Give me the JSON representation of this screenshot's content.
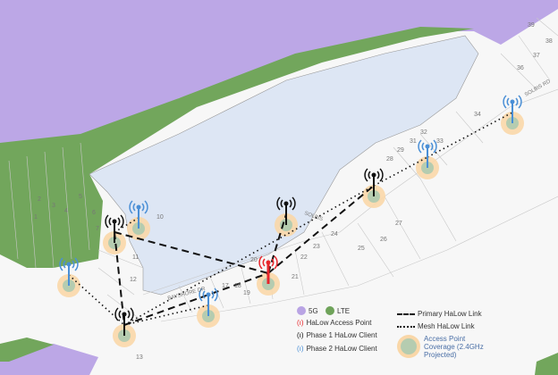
{
  "colors": {
    "5g": "#b9a4e4",
    "lte": "#6fa35a",
    "water": "#dde6f4",
    "land": "#f7f7f7",
    "ap": "#e8262b",
    "phase1": "#111111",
    "phase2": "#4a8fd6",
    "coverage_outer": "#f9d7a8",
    "coverage_inner": "#b5ccb0"
  },
  "legend": {
    "g5": "5G",
    "lte": "LTE",
    "ap": "HaLow Access Point",
    "phase1": "Phase 1 HaLow Client",
    "phase2": "Phase 2 HaLow Client",
    "primary": "Primary HaLow Link",
    "mesh": "Mesh HaLow Link",
    "coverage": "Access Point Coverage (2.4GHz Projected)"
  },
  "streets": [
    "SOLBIS",
    "SOLBIS RD",
    "BAYSHORE DR"
  ],
  "lots": [
    "1",
    "2",
    "3",
    "4",
    "5",
    "6",
    "7",
    "10",
    "11",
    "12",
    "13",
    "17",
    "18",
    "19",
    "20",
    "21",
    "22",
    "23",
    "24",
    "25",
    "26",
    "27",
    "28",
    "29",
    "31",
    "32",
    "33",
    "34",
    "36",
    "37",
    "38",
    "39"
  ]
}
